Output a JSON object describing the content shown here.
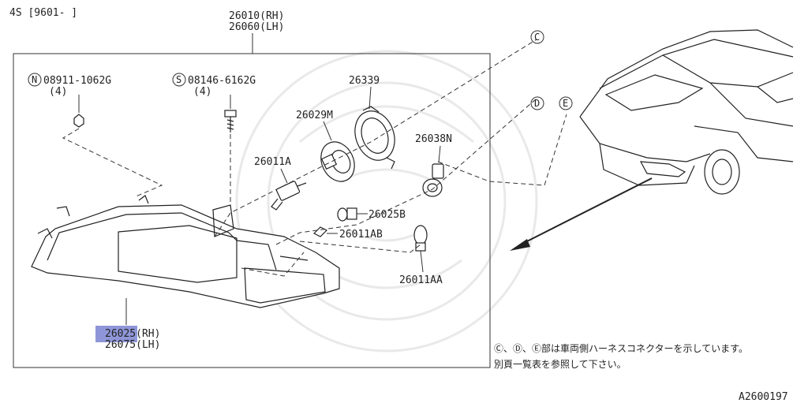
{
  "header": {
    "model_code": "4S [9601-    ]"
  },
  "assembly": {
    "part_rh": "26010(RH)",
    "part_lh": "26060(LH)"
  },
  "callouts": {
    "nut_prefix": "N",
    "nut_part": "08911-1062G",
    "nut_qty": "(4)",
    "screw_prefix": "S",
    "screw_part": "08146-6162G",
    "screw_qty": "(4)",
    "p26339": "26339",
    "p26029m": "26029M",
    "p26011a": "26011A",
    "p26038n": "26038N",
    "p26025b": "26025B",
    "p26011ab": "26011AB",
    "p26011aa": "26011AA",
    "lamp_rh": "26025(RH)",
    "lamp_lh": "26075(LH)"
  },
  "connectors": {
    "c": "C",
    "d": "D",
    "e": "E"
  },
  "note": {
    "line1": "Ⓒ、Ⓓ、Ⓔ部は車両側ハーネスコネクターを示しています。",
    "line2": "別頁一覧表を参照して下さい。"
  },
  "footer": {
    "diagram_id": "A2600197"
  },
  "colors": {
    "highlight": "#8f96d8",
    "line": "#333333"
  }
}
